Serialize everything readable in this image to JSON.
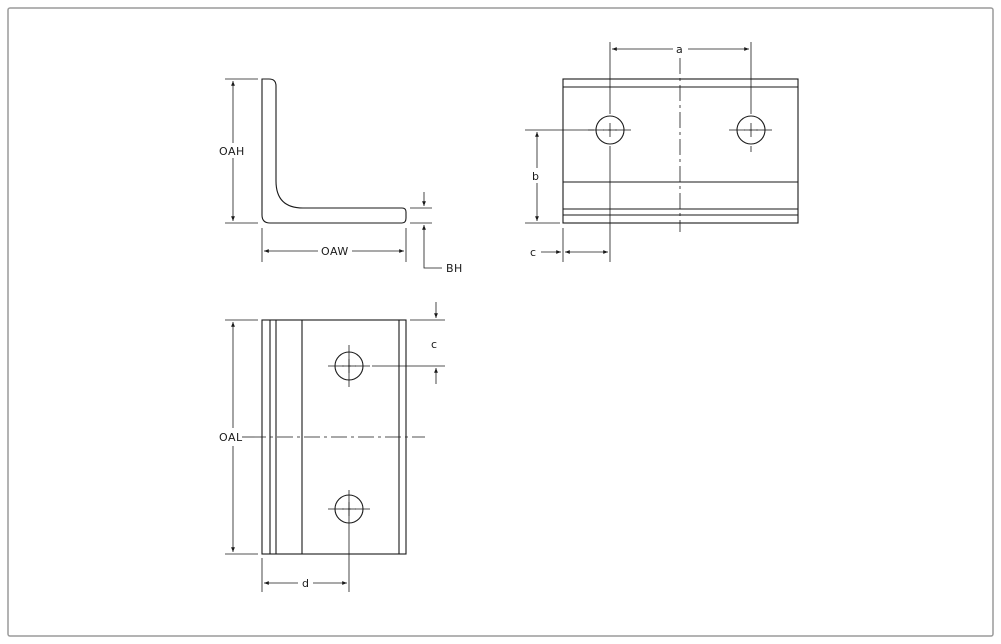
{
  "labels": {
    "oah": "OAH",
    "oaw": "OAW",
    "bh": "BH",
    "a": "a",
    "b": "b",
    "c_top_view": "c",
    "c_front_view": "c",
    "oal": "OAL",
    "d": "d"
  },
  "colors": {
    "border": "#9a9a9a",
    "line": "#1a1a1a",
    "background": "#ffffff"
  }
}
